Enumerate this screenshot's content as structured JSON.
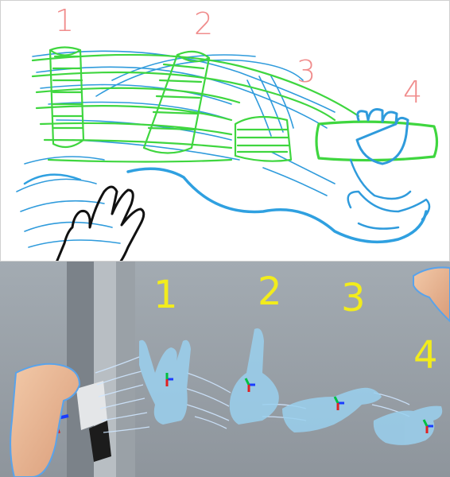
{
  "top_panel": {
    "labels": [
      "1",
      "2",
      "3",
      "4"
    ],
    "colors": {
      "label": "#f08c8c",
      "hand_outline": "#3fd63f",
      "motion_lines": "#2f9bdc",
      "user_hand": "#111111"
    }
  },
  "bottom_panel": {
    "labels": [
      "1",
      "2",
      "3",
      "4"
    ],
    "colors": {
      "label": "#f2ec1c",
      "ghost_hand": "#9ad0ee",
      "trail": "#cfe6ff",
      "background": "#9aa2a9"
    }
  }
}
